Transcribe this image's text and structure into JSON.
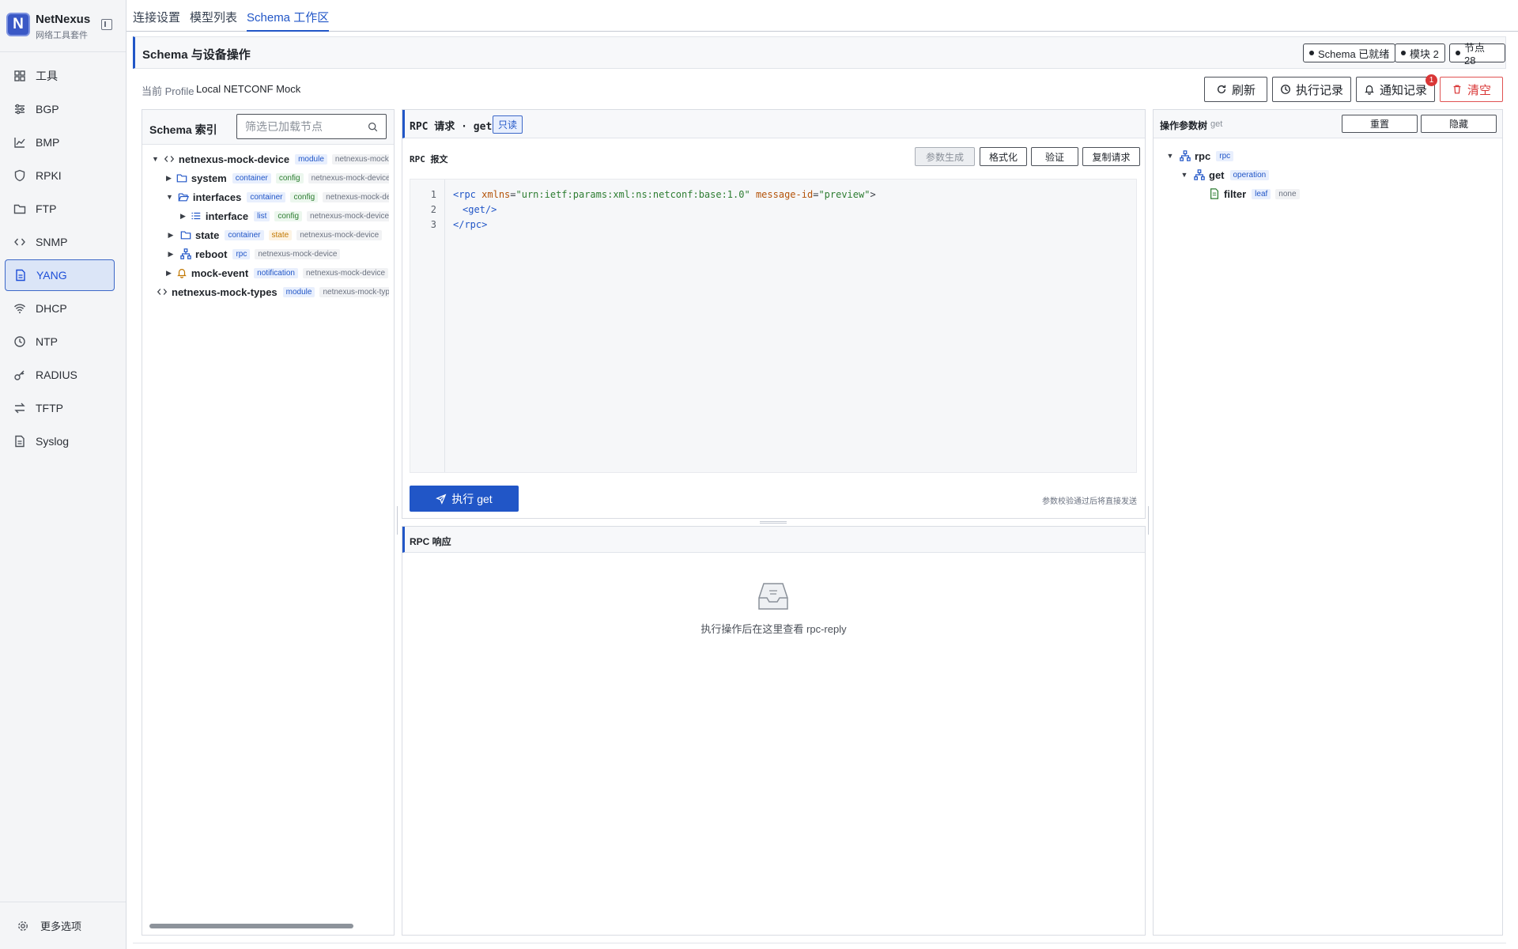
{
  "brand": {
    "name": "NetNexus",
    "subtitle": "网络工具套件",
    "logo_letter": "N"
  },
  "sidebar": {
    "items": [
      {
        "label": "工具",
        "icon": "grid-icon"
      },
      {
        "label": "BGP",
        "icon": "sliders-icon"
      },
      {
        "label": "BMP",
        "icon": "chart-icon"
      },
      {
        "label": "RPKI",
        "icon": "shield-icon"
      },
      {
        "label": "FTP",
        "icon": "folder-icon"
      },
      {
        "label": "SNMP",
        "icon": "code-icon"
      },
      {
        "label": "YANG",
        "icon": "file-icon",
        "active": true
      },
      {
        "label": "DHCP",
        "icon": "wifi-icon"
      },
      {
        "label": "NTP",
        "icon": "clock-icon"
      },
      {
        "label": "RADIUS",
        "icon": "key-icon"
      },
      {
        "label": "TFTP",
        "icon": "swap-icon"
      },
      {
        "label": "Syslog",
        "icon": "file-icon"
      }
    ],
    "more_label": "更多选项"
  },
  "tabs": [
    {
      "label": "连接设置"
    },
    {
      "label": "模型列表"
    },
    {
      "label": "Schema 工作区",
      "active": true
    }
  ],
  "section": {
    "title": "Schema 与设备操作",
    "badges": [
      "Schema 已就绪",
      "模块 2",
      "节点 28"
    ]
  },
  "profile": {
    "label": "当前 Profile",
    "value": "Local NETCONF Mock"
  },
  "toolbar": {
    "refresh": "刷新",
    "history": "执行记录",
    "notifications": "通知记录",
    "notification_count": "1",
    "clear": "清空"
  },
  "schema_index": {
    "title": "Schema 索引",
    "filter_placeholder": "筛选已加载节点",
    "nodes": [
      {
        "name": "netnexus-mock-device",
        "tags": [
          {
            "t": "module",
            "c": "blue"
          },
          {
            "t": "netnexus-mock-device",
            "c": "gray"
          }
        ],
        "expanded": true
      },
      {
        "name": "system",
        "tags": [
          {
            "t": "container",
            "c": "blue"
          },
          {
            "t": "config",
            "c": "green"
          },
          {
            "t": "netnexus-mock-device",
            "c": "gray"
          }
        ]
      },
      {
        "name": "interfaces",
        "tags": [
          {
            "t": "container",
            "c": "blue"
          },
          {
            "t": "config",
            "c": "green"
          },
          {
            "t": "netnexus-mock-device",
            "c": "gray"
          }
        ],
        "expanded": true
      },
      {
        "name": "interface",
        "tags": [
          {
            "t": "list",
            "c": "blue"
          },
          {
            "t": "config",
            "c": "green"
          },
          {
            "t": "netnexus-mock-device",
            "c": "gray"
          }
        ]
      },
      {
        "name": "state",
        "tags": [
          {
            "t": "container",
            "c": "blue"
          },
          {
            "t": "state",
            "c": "orange"
          },
          {
            "t": "netnexus-mock-device",
            "c": "gray"
          }
        ]
      },
      {
        "name": "reboot",
        "tags": [
          {
            "t": "rpc",
            "c": "blue"
          },
          {
            "t": "netnexus-mock-device",
            "c": "gray"
          }
        ]
      },
      {
        "name": "mock-event",
        "tags": [
          {
            "t": "notification",
            "c": "blue"
          },
          {
            "t": "netnexus-mock-device",
            "c": "gray"
          }
        ]
      },
      {
        "name": "netnexus-mock-types",
        "tags": [
          {
            "t": "module",
            "c": "blue"
          },
          {
            "t": "netnexus-mock-types",
            "c": "gray"
          }
        ]
      }
    ]
  },
  "rpc_request": {
    "title": "RPC 请求 · get",
    "readonly": "只读",
    "subtitle": "RPC 报文",
    "buttons": {
      "generate": "参数生成",
      "format": "格式化",
      "validate": "验证",
      "copy": "复制请求"
    },
    "lines": [
      "1",
      "2",
      "3"
    ],
    "code": {
      "l1_open": "<rpc",
      "l1_attr1": "xmlns",
      "l1_val1": "\"urn:ietf:params:xml:ns:netconf:base:1.0\"",
      "l1_attr2": "message-id",
      "l1_val2": "\"preview\"",
      "l1_close": ">",
      "l2": "<get/>",
      "l3": "</rpc>"
    },
    "execute_label": "执行 get",
    "hint": "参数校验通过后将直接发送"
  },
  "rpc_response": {
    "title": "RPC 响应",
    "empty_text": "执行操作后在这里查看 rpc-reply"
  },
  "param_tree": {
    "title": "操作参数树",
    "subtitle": "get",
    "reset": "重置",
    "hide": "隐藏",
    "nodes": [
      {
        "name": "rpc",
        "tag": "rpc"
      },
      {
        "name": "get",
        "tag": "operation"
      },
      {
        "name": "filter",
        "tag": "leaf",
        "extra": "none"
      }
    ]
  },
  "colors": {
    "accent": "#2156c7",
    "danger": "#d93636"
  }
}
